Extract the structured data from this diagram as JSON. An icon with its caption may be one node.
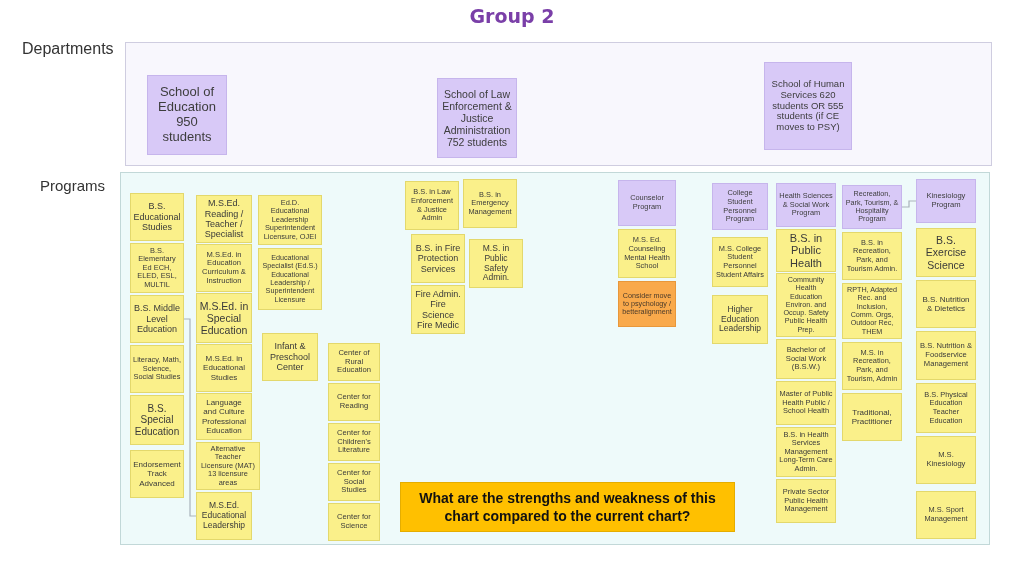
{
  "diagram": {
    "title": "Group 2",
    "nodes": [
      {
        "text": [
          "Departments"
        ]
      },
      {
        "text": [
          "School of Education 950 students"
        ],
        "in": 0
      },
      {
        "text": [
          "School of Law Enforcement & Justice Administration 752 students"
        ],
        "in": 0
      },
      {
        "text": [
          "School of Human Services 620 students OR 555 students (if CE moves to PSY)"
        ],
        "in": 0
      },
      {
        "text": [
          "Programs"
        ]
      },
      {
        "text": [
          "B.S. Educational Studies"
        ],
        "in": 4
      },
      {
        "text": [
          "B.S. Elementary Ed ECH, ELED, ESL, MULTIL"
        ],
        "in": 4
      },
      {
        "text": [
          "B.S. Middle Level Education"
        ],
        "in": 4
      },
      {
        "text": [
          "Literacy, Math, Science, Social Studies"
        ],
        "in": 4
      },
      {
        "text": [
          "B.S. Special Education"
        ],
        "in": 4
      },
      {
        "text": [
          "Endorsement Track Advanced"
        ],
        "in": 4
      },
      {
        "text": [
          "M.S.Ed. Reading / Teacher / Specialist"
        ],
        "in": 4
      },
      {
        "text": [
          "M.S.Ed. in Education Curriculum & Instruction"
        ],
        "in": 4
      },
      {
        "text": [
          "M.S.Ed. in Special Education"
        ],
        "in": 4
      },
      {
        "text": [
          "M.S.Ed. in Educational Studies"
        ],
        "in": 4
      },
      {
        "text": [
          "Language and Culture Professional Education"
        ],
        "in": 4
      },
      {
        "text": [
          "Alternative Teacher Licensure (MAT) 13 licensure areas"
        ],
        "in": 4
      },
      {
        "text": [
          "M.S.Ed. Educational Leadership"
        ],
        "in": 4
      },
      {
        "text": [
          "Ed.D. Educational Leadership Superintendent Licensure, OJEI"
        ],
        "in": 4
      },
      {
        "text": [
          "Educational Specialist (Ed.S.) Educational Leadership / Superintendent Licensure"
        ],
        "in": 4
      },
      {
        "text": [
          "Infant & Preschool Center"
        ],
        "in": 4
      },
      {
        "text": [
          "Center of Rural Education"
        ],
        "in": 4
      },
      {
        "text": [
          "Center for Reading"
        ],
        "in": 4
      },
      {
        "text": [
          "Center for Children's Literature"
        ],
        "in": 4
      },
      {
        "text": [
          "Center for Social Studies"
        ],
        "in": 4
      },
      {
        "text": [
          "Center for Science"
        ],
        "in": 4
      },
      {
        "text": [
          "B.S. in Law Enforcement & Justice Admin"
        ],
        "in": 4
      },
      {
        "text": [
          "B.S. in Emergency Management"
        ],
        "in": 4
      },
      {
        "text": [
          "B.S. in Fire Protection Services"
        ],
        "in": 4
      },
      {
        "text": [
          "M.S. in Public Safety Admin."
        ],
        "in": 4
      },
      {
        "text": [
          "Fire Admin. Fire Science Fire Medic"
        ],
        "in": 4
      },
      {
        "text": [
          "Counselor Program"
        ],
        "in": 4
      },
      {
        "text": [
          "M.S. Ed. Counseling Mental Health School"
        ],
        "in": 4
      },
      {
        "text": [
          "Consider move to psychology / betteralignment"
        ],
        "in": 4
      },
      {
        "text": [
          "College Student Personnel Program"
        ],
        "in": 4
      },
      {
        "text": [
          "M.S. College Student Personnel Student Affairs"
        ],
        "in": 4
      },
      {
        "text": [
          "Higher Education Leadership"
        ],
        "in": 4
      },
      {
        "text": [
          "Health Sciences & Social Work Program"
        ],
        "in": 4
      },
      {
        "text": [
          "B.S. in Public Health"
        ],
        "in": 4
      },
      {
        "text": [
          "Community Health Education Environ. and Occup. Safety Public Health Prep."
        ],
        "in": 4
      },
      {
        "text": [
          "Bachelor of Social Work (B.S.W.)"
        ],
        "in": 4
      },
      {
        "text": [
          "Master of Public Health Public / School Health"
        ],
        "in": 4
      },
      {
        "text": [
          "B.S. in Health Services Management Long-Term Care Admin."
        ],
        "in": 4
      },
      {
        "text": [
          "Private Sector Public Health Management"
        ],
        "in": 4
      },
      {
        "text": [
          "Recreation, Park, Tourism, & Hospitality Program"
        ],
        "in": 4
      },
      {
        "text": [
          "B.S. in Recreation, Park, and Tourism Admin."
        ],
        "in": 4
      },
      {
        "text": [
          "RPTH, Adapted Rec. and Inclusion, Comm. Orgs, Outdoor Rec, THEM"
        ],
        "in": 4
      },
      {
        "text": [
          "M.S. in Recreation, Park, and Tourism, Admin"
        ],
        "in": 4
      },
      {
        "text": [
          "Traditional, Practitioner"
        ],
        "in": 4
      },
      {
        "text": [
          "Kinesiology Program"
        ],
        "in": 4
      },
      {
        "text": [
          "B.S. Exercise Science"
        ],
        "in": 4
      },
      {
        "text": [
          "B.S. Nutrition & Dietetics"
        ],
        "in": 4
      },
      {
        "text": [
          "B.S. Nutrition & Foodservice Management"
        ],
        "in": 4
      },
      {
        "text": [
          "B.S. Physical Education Teacher Education"
        ],
        "in": 4
      },
      {
        "text": [
          "M.S. Kinesiology"
        ],
        "in": 4
      },
      {
        "text": [
          "M.S. Sport Management"
        ],
        "in": 4
      },
      {
        "text": [
          "What are the strengths and weakness of this chart compared to the current chart?"
        ],
        "in": 4
      }
    ],
    "edges": [
      {
        "from": 7,
        "to": 17,
        "arrow": "none"
      },
      {
        "from": 44,
        "to": 49,
        "arrow": "none"
      }
    ]
  }
}
